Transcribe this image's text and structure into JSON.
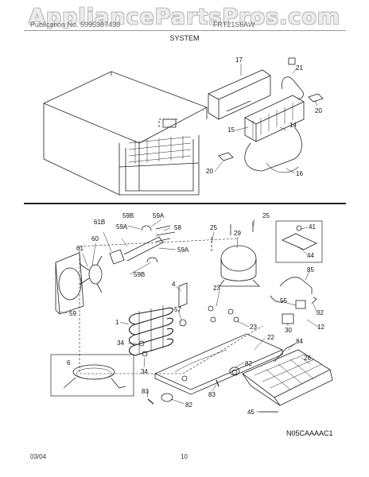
{
  "watermark": "AppliancePartsPros.com",
  "header": {
    "left": "Publication No. 5995387438",
    "right": "FRT21S6AW",
    "title": "SYSTEM"
  },
  "callouts": {
    "c17": "17",
    "c21": "21",
    "c20a": "20",
    "c14": "14",
    "c15": "15",
    "c20b": "20",
    "c16": "16",
    "c61b": "61B",
    "c59b_top": "59B",
    "c59a_top": "59A",
    "c59a_left": "59A",
    "c58": "58",
    "c59a_right": "59A",
    "c59b_bottom": "59B",
    "c60": "60",
    "c61": "61",
    "c25a": "25",
    "c25b": "25",
    "c29": "29",
    "c41": "41",
    "c44": "44",
    "c85": "85",
    "c4": "4",
    "c23a": "23",
    "c23b": "23",
    "c57": "57",
    "c1": "1",
    "c59": "59",
    "c55": "55",
    "c32": "32",
    "c30": "30",
    "c12": "12",
    "c22": "22",
    "c34a": "34",
    "c34b": "34",
    "c6": "6",
    "c84": "84",
    "c26": "26",
    "c82a": "82",
    "c83a": "83",
    "c83b": "83",
    "c82b": "82",
    "c45": "45"
  },
  "figure_code": "N05CAAAAC1",
  "footer": {
    "date": "03/04",
    "page": "10"
  }
}
